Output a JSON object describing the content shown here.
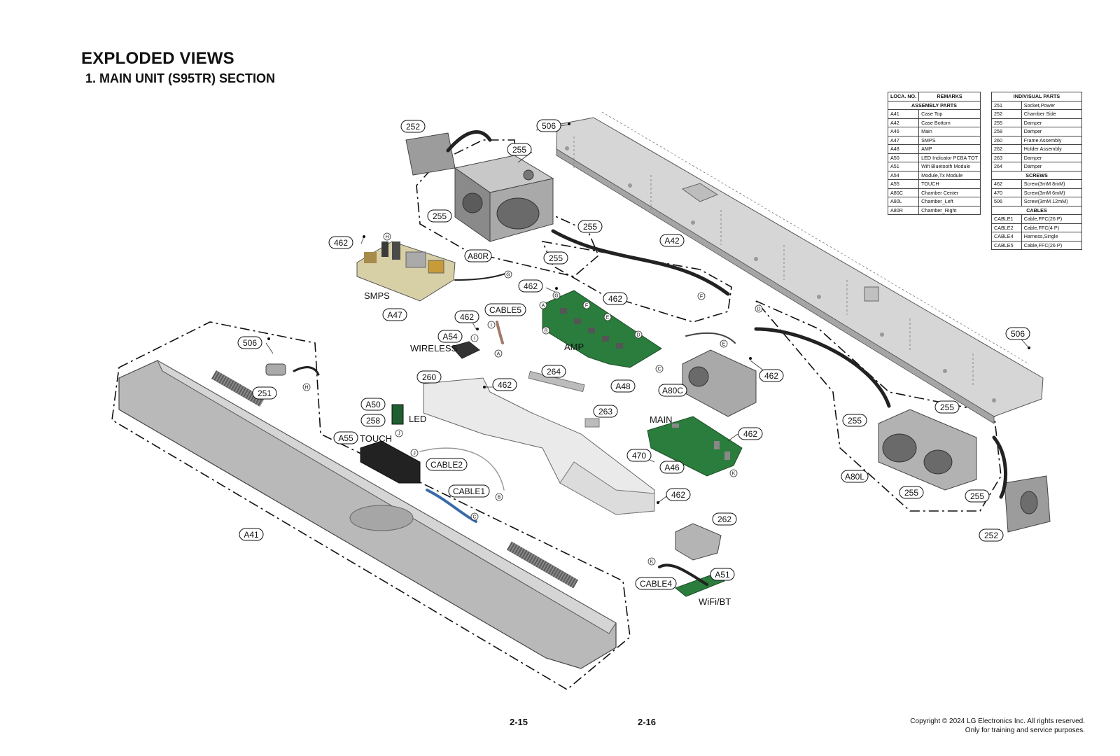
{
  "header": {
    "title": "EXPLODED VIEWS",
    "subtitle": "1. MAIN UNIT (S95TR) SECTION"
  },
  "assembly_table": {
    "col_loc": "LOCA. NO.",
    "col_remarks": "REMARKS",
    "section": "ASSEMBLY PARTS",
    "rows": [
      [
        "A41",
        "Case Top"
      ],
      [
        "A42",
        "Case Bottom"
      ],
      [
        "A46",
        "Main"
      ],
      [
        "A47",
        "SMPS"
      ],
      [
        "A48",
        "AMP"
      ],
      [
        "A50",
        "LED Indicator PCBA TOT"
      ],
      [
        "A51",
        "Wifi Bluetooth Module"
      ],
      [
        "A54",
        "Module,Tx Module"
      ],
      [
        "A55",
        "TOUCH"
      ],
      [
        "A80C",
        "Chamber Center"
      ],
      [
        "A80L",
        "Chamber_Left"
      ],
      [
        "A80R",
        "Chamber_Right"
      ]
    ]
  },
  "individual_table": {
    "header": "INDIVISUAL PARTS",
    "groups": [
      {
        "section": "",
        "rows": [
          [
            "251",
            "Socket,Power"
          ],
          [
            "252",
            "Chamber Side"
          ],
          [
            "255",
            "Damper"
          ],
          [
            "258",
            "Damper"
          ],
          [
            "260",
            "Frame Assembly"
          ],
          [
            "262",
            "Holder Assembly"
          ],
          [
            "263",
            "Damper"
          ],
          [
            "264",
            "Damper"
          ]
        ]
      },
      {
        "section": "SCREWS",
        "rows": [
          [
            "462",
            "Screw(3mM 8mM)"
          ],
          [
            "470",
            "Screw(3mM 6mM)"
          ],
          [
            "506",
            "Screw(3mM 12mM)"
          ]
        ]
      },
      {
        "section": "CABLES",
        "rows": [
          [
            "CABLE1",
            "Cable,FFC(26 P)"
          ],
          [
            "CABLE2",
            "Cable,FFC(4 P)"
          ],
          [
            "CABLE4",
            "Harness,Single"
          ],
          [
            "CABLE5",
            "Cable,FFC(26 P)"
          ]
        ]
      }
    ]
  },
  "callouts": {
    "c252a": "252",
    "c506a": "506",
    "c255a": "255",
    "c255b": "255",
    "c255c": "255",
    "c255d": "255",
    "cA80R": "A80R",
    "cA42": "A42",
    "c462a": "462",
    "cA47": "A47",
    "c462b": "462",
    "c462c": "462",
    "cCABLE5": "CABLE5",
    "c462d": "462",
    "cA54": "A54",
    "c506b": "506",
    "c251": "251",
    "c260": "260",
    "c462e": "462",
    "c264": "264",
    "cA48": "A48",
    "cA80C": "A80C",
    "c462f": "462",
    "c506c": "506",
    "c263": "263",
    "cA50": "A50",
    "c258": "258",
    "cA55": "A55",
    "cCABLE2": "CABLE2",
    "cCABLE1": "CABLE1",
    "c470": "470",
    "cA46": "A46",
    "c462g": "462",
    "c462h": "462",
    "c262": "262",
    "cA41": "A41",
    "cA51": "A51",
    "cCABLE4": "CABLE4",
    "c255e": "255",
    "c255f": "255",
    "c255g": "255",
    "c255h": "255",
    "cA80L": "A80L",
    "c252b": "252"
  },
  "labels": {
    "smps": "SMPS",
    "wireless": "WIRELESS",
    "amp": "AMP",
    "led": "LED",
    "touch": "TOUCH",
    "main": "MAIN",
    "wifibt": "WiFi/BT"
  },
  "connectors": {
    "H1": "H",
    "G1": "G",
    "A1": "A",
    "G2": "G",
    "F1": "F",
    "E1": "E",
    "B1": "B",
    "D1": "D",
    "C1": "C",
    "I1": "I",
    "I2": "I",
    "A2": "A",
    "H2": "H",
    "F2": "F",
    "E2": "E",
    "D2": "D",
    "J1": "J",
    "J2": "J",
    "B2": "B",
    "C2": "C",
    "K1": "K",
    "K2": "K"
  },
  "footer": {
    "page_left": "2-15",
    "page_right": "2-16",
    "copyright_line1": "Copyright © 2024 LG Electronics Inc. All rights reserved.",
    "copyright_line2": "Only for training and service purposes."
  }
}
